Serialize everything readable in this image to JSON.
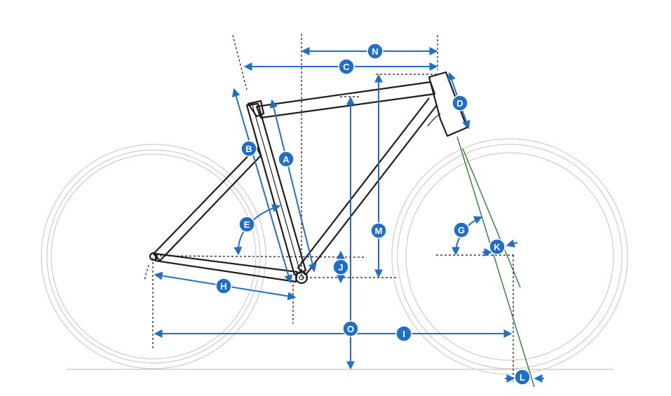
{
  "colors": {
    "accent": "#1f6fc8",
    "frame": "#1c1c1c",
    "wheel": "#cfcfcf",
    "fork_axis": "#2e7d32"
  },
  "labels": {
    "A": "A",
    "B": "B",
    "C": "C",
    "D": "D",
    "E": "E",
    "G": "G",
    "H": "H",
    "I": "I",
    "J": "J",
    "K": "K",
    "L": "L",
    "M": "M",
    "N": "N",
    "O": "O"
  }
}
